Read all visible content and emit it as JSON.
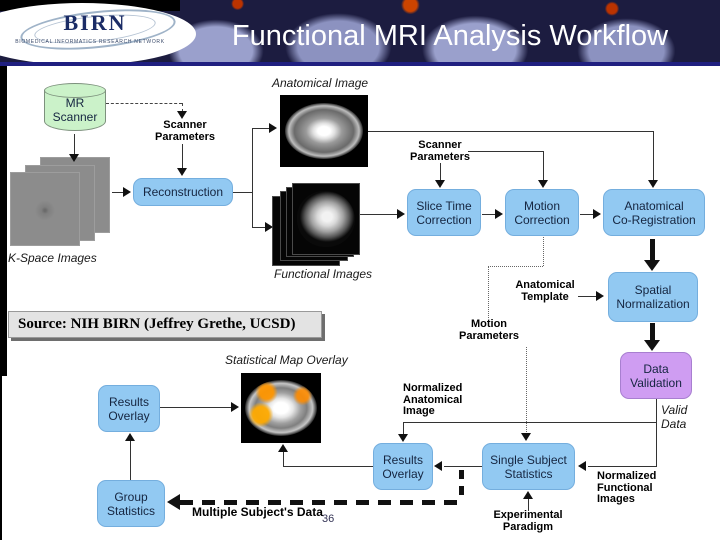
{
  "header": {
    "logo_acronym": "BIRN",
    "logo_tagline": "BIOMEDICAL INFORMATICS RESEARCH NETWORK",
    "title": "Functional MRI Analysis Workflow"
  },
  "colors": {
    "process_box": "#92c9f2",
    "validation_box": "#cf9df2",
    "scanner_cylinder": "#cbf2c9",
    "header_background": "#1c1c40",
    "header_rule": "#202080",
    "activation_spots": "#ff9600"
  },
  "diagram": {
    "nodes": {
      "mr_scanner": {
        "label": "MR\nScanner",
        "type": "datastore"
      },
      "reconstruction": {
        "label": "Reconstruction",
        "type": "process"
      },
      "slice_time_correction": {
        "label": "Slice Time\nCorrection",
        "type": "process"
      },
      "motion_correction": {
        "label": "Motion\nCorrection",
        "type": "process"
      },
      "anatomical_coregistration": {
        "label": "Anatomical\nCo-Registration",
        "type": "process"
      },
      "spatial_normalization": {
        "label": "Spatial\nNormalization",
        "type": "process"
      },
      "data_validation": {
        "label": "Data\nValidation",
        "type": "validation"
      },
      "results_overlay_left": {
        "label": "Results\nOverlay",
        "type": "process"
      },
      "results_overlay_bottom": {
        "label": "Results\nOverlay",
        "type": "process"
      },
      "single_subject_statistics": {
        "label": "Single Subject\nStatistics",
        "type": "process"
      },
      "group_statistics": {
        "label": "Group\nStatistics",
        "type": "process"
      }
    },
    "annotations": {
      "scanner_parameters_top": "Scanner\nParameters",
      "scanner_parameters_mid": "Scanner\nParameters",
      "anatomical_template": "Anatomical\nTemplate",
      "motion_parameters": "Motion\nParameters",
      "normalized_anatomical_image": "Normalized\nAnatomical\nImage",
      "normalized_functional_images": "Normalized\nFunctional\nImages",
      "valid_data": "Valid\nData",
      "experimental_paradigm": "Experimental\nParadigm",
      "multiple_subjects_data": "Multiple Subject's Data"
    },
    "captions": {
      "anatomical_image": "Anatomical Image",
      "functional_images": "Functional Images",
      "kspace_images": "K-Space Images",
      "statistical_map_overlay": "Statistical Map Overlay"
    }
  },
  "source_note": "Source: NIH BIRN (Jeffrey Grethe, UCSD)",
  "page_number": "36"
}
